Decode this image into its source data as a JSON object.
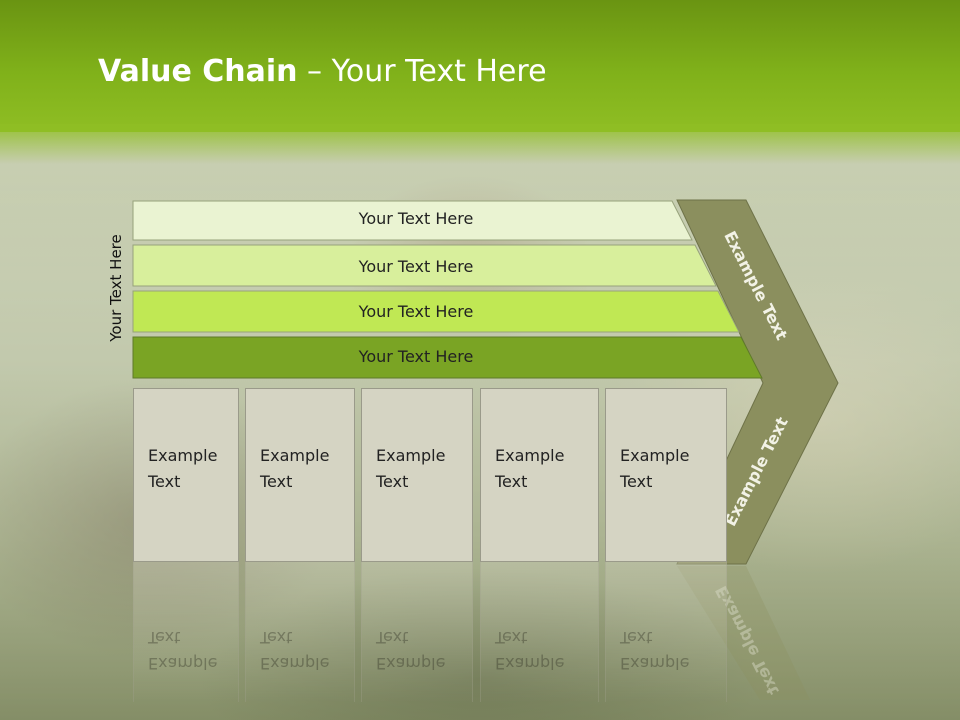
{
  "title": {
    "bold": "Value Chain",
    "rest": " – Your Text Here"
  },
  "side_label": "Your Text Here",
  "rows": [
    {
      "label": "Your Text Here",
      "color": "#eaf3d2"
    },
    {
      "label": "Your Text Here",
      "color": "#d8ef9c"
    },
    {
      "label": "Your Text Here",
      "color": "#c0e854"
    },
    {
      "label": "Your Text Here",
      "color": "#7aa424"
    }
  ],
  "boxes": [
    {
      "line1": "Example",
      "line2": "Text"
    },
    {
      "line1": "Example",
      "line2": "Text"
    },
    {
      "line1": "Example",
      "line2": "Text"
    },
    {
      "line1": "Example",
      "line2": "Text"
    },
    {
      "line1": "Example",
      "line2": "Text"
    }
  ],
  "chevron": {
    "upper": "Example Text",
    "lower": "Example Text",
    "color": "#8b8f5e"
  }
}
